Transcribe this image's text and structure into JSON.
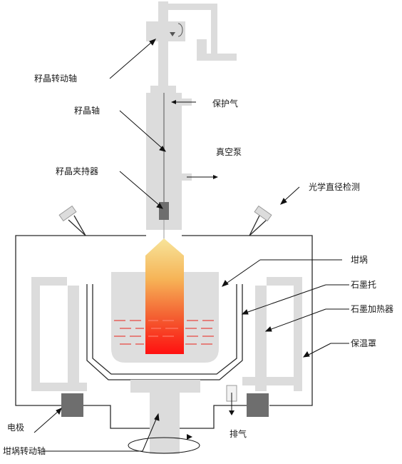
{
  "labels": {
    "seed_rotation_shaft": "籽晶转动轴",
    "protective_gas": "保护气",
    "seed_shaft": "籽晶轴",
    "vacuum_pump": "真空泵",
    "seed_holder": "籽晶夹持器",
    "optical_diameter_detection": "光学直径检测",
    "crucible": "坩埚",
    "graphite_support": "石墨托",
    "graphite_heater": "石墨加热器",
    "insulation_cover": "保温罩",
    "electrode": "电极",
    "exhaust": "排气",
    "crucible_rotation_shaft": "坩埚转动轴"
  },
  "colors": {
    "light_gray": "#dcdcdc",
    "mid_gray": "#c8c8c8",
    "dark_gray": "#6e6e6e",
    "line": "#2b2b2b",
    "melt_red": "#e8413b",
    "crystal_top": "#f7dc86",
    "crystal_mid": "#f6a44a",
    "crystal_bottom": "#ff1a1a"
  }
}
